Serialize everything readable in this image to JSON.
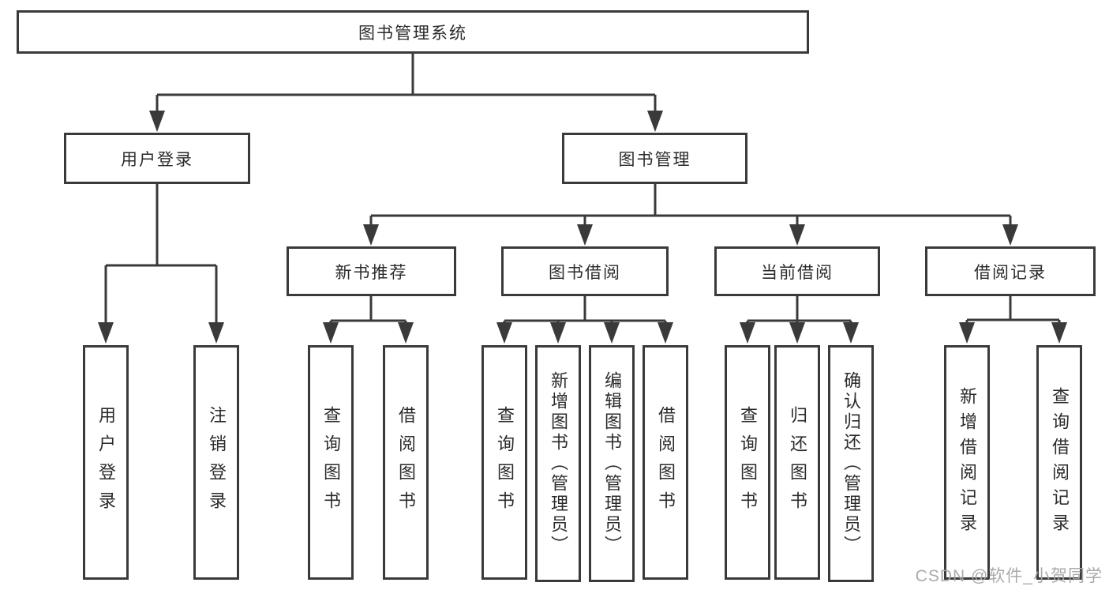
{
  "colors": {
    "line": "#3a3a3a",
    "box_border": "#3a3a3a",
    "text": "#2b2b2b",
    "watermark": "#a5a5a5",
    "background": "#ffffff"
  },
  "watermark": {
    "text": "CSDN @软件_小贺同学"
  },
  "tree": {
    "root": {
      "label": "图书管理系统",
      "children": [
        {
          "label": "用户登录",
          "children": [
            {
              "label": "用户登录"
            },
            {
              "label": "注销登录"
            }
          ]
        },
        {
          "label": "图书管理",
          "children": [
            {
              "label": "新书推荐",
              "children": [
                {
                  "label": "查询图书"
                },
                {
                  "label": "借阅图书"
                }
              ]
            },
            {
              "label": "图书借阅",
              "children": [
                {
                  "label": "查询图书"
                },
                {
                  "label": "新增图书（管理员）"
                },
                {
                  "label": "编辑图书（管理员）"
                },
                {
                  "label": "借阅图书"
                }
              ]
            },
            {
              "label": "当前借阅",
              "children": [
                {
                  "label": "查询图书"
                },
                {
                  "label": "归还图书"
                },
                {
                  "label": "确认归还（管理员）"
                }
              ]
            },
            {
              "label": "借阅记录",
              "children": [
                {
                  "label": "新增借阅记录"
                },
                {
                  "label": "查询借阅记录"
                }
              ]
            }
          ]
        }
      ]
    }
  }
}
